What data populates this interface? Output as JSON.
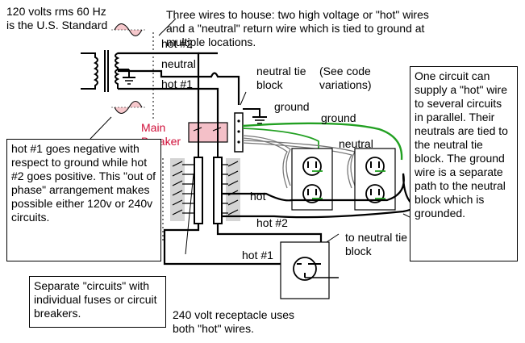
{
  "notes": {
    "standard": "120 volts rms 60 Hz is the U.S. Standard",
    "three_wires": "Three wires to house: two high voltage or \"hot\" wires and a \"neutral\" return wire which is tied to ground at multiple locations.",
    "neutral_tie_block": "neutral tie block",
    "code_variations": "(See code variations)",
    "main_breaker": "Main Breaker",
    "hot1_note": "hot #1 goes negative with respect to ground while hot #2 goes positive. This \"out of phase\" arrangement makes possible either 120v or 240v circuits.",
    "one_circuit_note": "One circuit can supply a \"hot\" wire to several circuits in parallel. Their neutrals are tied to the neutral tie block. The ground wire is a separate path to the neutral block which is grounded.",
    "separate_circuits": "Separate \"circuits\" with individual fuses or circuit breakers.",
    "to_neutral": "to neutral tie block",
    "receptacle_240": "240 volt receptacle uses both \"hot\" wires."
  },
  "wire_labels": {
    "hot2": "hot #2",
    "neutral": "neutral",
    "hot1": "hot #1",
    "ground_top": "ground",
    "ground_green": "ground",
    "neutral_branch": "neutral",
    "hot_branch": "hot",
    "hot2_lower": "hot #2",
    "hot1_lower": "hot #1"
  },
  "colors": {
    "ground_wire": "#22a022",
    "breaker_fill": "#f4c0c8",
    "breaker_text": "#d0103a",
    "wave_fill": "#f6c8cc",
    "switch_gray": "#c8c8c8"
  },
  "icons": [
    "transformer-icon",
    "ground-symbol-icon",
    "sine-wave-icon",
    "circuit-breaker-icon",
    "duplex-receptacle-icon",
    "receptacle-240v-icon"
  ]
}
